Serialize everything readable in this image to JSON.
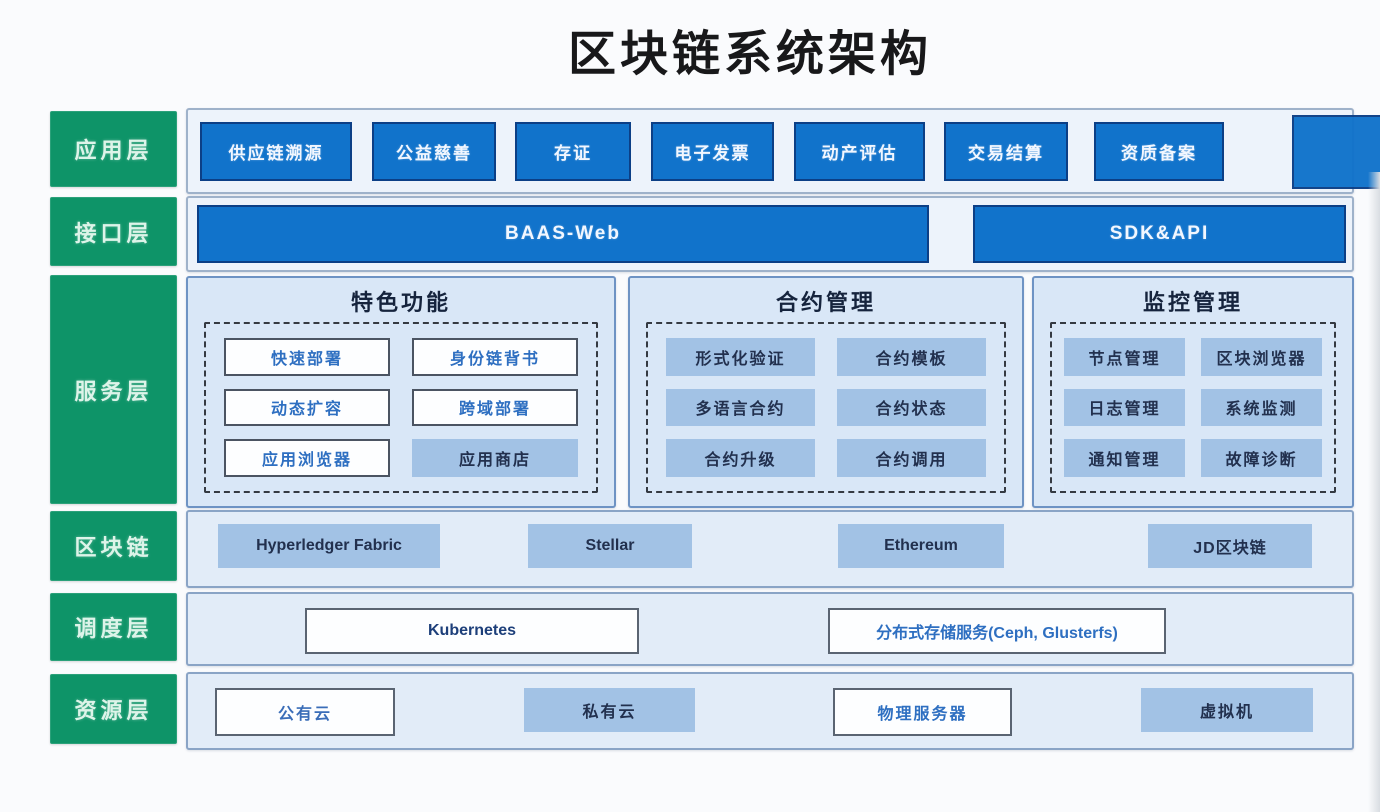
{
  "title": "区块链系统架构",
  "colors": {
    "layer_green": "#0e9468",
    "primary_blue": "#1173cb",
    "light_fill_blue": "#a2c2e5",
    "container_bg": "#e2ecf8"
  },
  "layers": [
    {
      "label": "应用层",
      "items": [
        "供应链溯源",
        "公益慈善",
        "存证",
        "电子发票",
        "动产评估",
        "交易结算",
        "资质备案"
      ],
      "truncated_item_label": ""
    },
    {
      "label": "接口层",
      "items": [
        "BAAS-Web",
        "SDK&API"
      ]
    },
    {
      "label": "服务层",
      "groups": [
        {
          "title": "特色功能",
          "items": [
            "快速部署",
            "身份链背书",
            "动态扩容",
            "跨域部署",
            "应用浏览器",
            "应用商店"
          ]
        },
        {
          "title": "合约管理",
          "items": [
            "形式化验证",
            "合约模板",
            "多语言合约",
            "合约状态",
            "合约升级",
            "合约调用"
          ]
        },
        {
          "title": "监控管理",
          "items": [
            "节点管理",
            "区块浏览器",
            "日志管理",
            "系统监测",
            "通知管理",
            "故障诊断"
          ]
        }
      ]
    },
    {
      "label": "区块链",
      "items": [
        "Hyperledger Fabric",
        "Stellar",
        "Ethereum",
        "JD区块链"
      ]
    },
    {
      "label": "调度层",
      "items": [
        "Kubernetes",
        "分布式存储服务(Ceph, Glusterfs)"
      ]
    },
    {
      "label": "资源层",
      "items": [
        "公有云",
        "私有云",
        "物理服务器",
        "虚拟机"
      ]
    }
  ]
}
